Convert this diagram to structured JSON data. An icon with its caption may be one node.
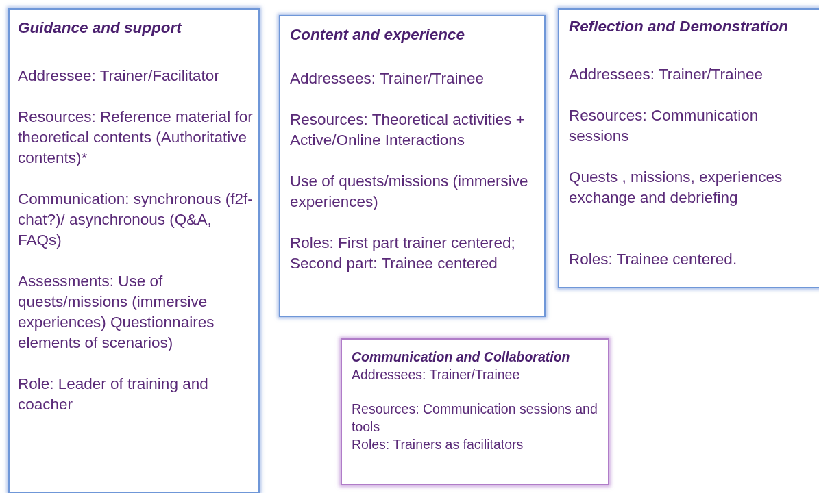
{
  "diagram": {
    "nodes": [
      {
        "text": [
          "Guidance and support",
          "Addressee: Trainer/Facilitator",
          "Resources:  Reference material for theoretical contents (Authoritative contents)*",
          "Communication: synchronous  (f2f-chat?)/ asynchronous  (Q&A, FAQs)",
          "Assessments: Use of quests/missions (immersive experiences) Questionnaires elements of scenarios)",
          "Role: Leader of training and coacher"
        ]
      },
      {
        "text": [
          "Content and experience",
          "Addressees: Trainer/Trainee",
          "Resources:  Theoretical activities +  Active/Online Interactions",
          "Use of quests/missions (immersive experiences)",
          "Roles:  First part trainer centered;  Second part: Trainee centered"
        ]
      },
      {
        "text": [
          "Reflection and Demonstration",
          "Addressees: Trainer/Trainee",
          "Resources:  Communication sessions",
          "Quests , missions, experiences exchange  and debriefing",
          "Roles:  Trainee centered."
        ]
      },
      {
        "text": [
          "Communication  and Collaboration",
          "Addressees: Trainer/Trainee",
          "Resources:  Communication sessions and tools",
          "Roles: Trainers as facilitators"
        ]
      }
    ]
  }
}
